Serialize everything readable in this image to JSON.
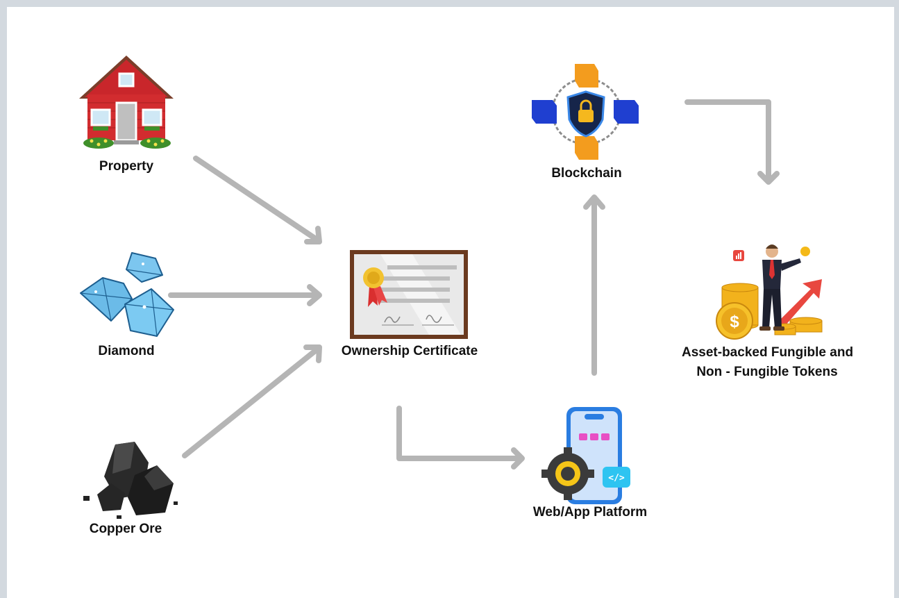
{
  "diagram": {
    "nodes": {
      "property": {
        "label": "Property",
        "icon": "house-icon"
      },
      "diamond": {
        "label": "Diamond",
        "icon": "diamond-icon"
      },
      "copper_ore": {
        "label": "Copper Ore",
        "icon": "ore-rock-icon"
      },
      "certificate": {
        "label": "Ownership Certificate",
        "icon": "certificate-icon"
      },
      "platform": {
        "label": "Web/App Platform",
        "icon": "phone-gear-icon"
      },
      "blockchain": {
        "label": "Blockchain",
        "icon": "blockchain-lock-icon"
      },
      "tokens": {
        "label_line1": "Asset-backed Fungible and",
        "label_line2": "Non - Fungible Tokens",
        "icon": "businessman-coins-icon"
      }
    },
    "edges": [
      {
        "from": "property",
        "to": "certificate"
      },
      {
        "from": "diamond",
        "to": "certificate"
      },
      {
        "from": "copper_ore",
        "to": "certificate"
      },
      {
        "from": "certificate",
        "to": "platform"
      },
      {
        "from": "platform",
        "to": "blockchain"
      },
      {
        "from": "blockchain",
        "to": "tokens"
      }
    ],
    "colors": {
      "arrow": "#b5b5b5",
      "background": "#ffffff",
      "frame": "#d3d9df"
    }
  }
}
